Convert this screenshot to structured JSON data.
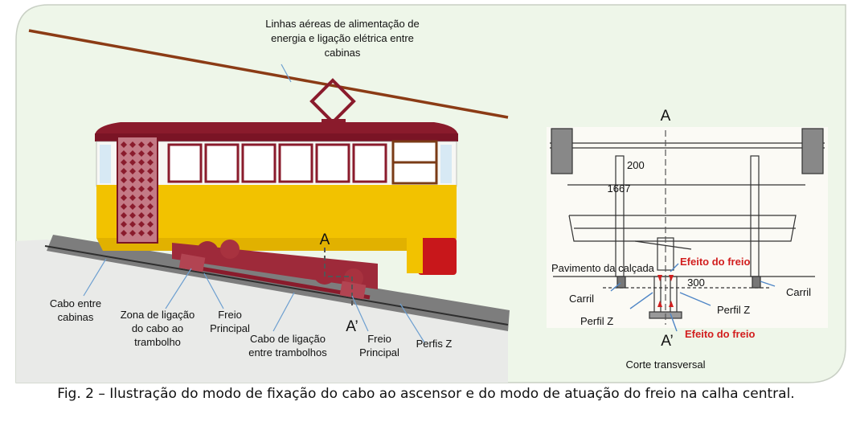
{
  "left_panel": {
    "labels": {
      "overhead": [
        "Linhas aéreas de alimentação de",
        "energia e ligação elétrica entre",
        "cabinas"
      ],
      "cable_between": [
        "Cabo entre",
        "cabinas"
      ],
      "cable_zone": [
        "Zona de ligação",
        "do cabo ao",
        "trambolho"
      ],
      "brake_main_1": [
        "Freio",
        "Principal"
      ],
      "cable_link": [
        "Cabo de ligação",
        "entre trambolhos"
      ],
      "brake_main_2": [
        "Freio",
        "Principal"
      ],
      "profiles_z": "Perfis Z",
      "section_a": "A",
      "section_a_prime": "A’"
    }
  },
  "right_panel": {
    "labels": {
      "a_top": "A",
      "a_bottom": "A’",
      "pavement": "Pavimento da calçada",
      "brake_effect_top": "Efeito do freio",
      "brake_effect_bottom": "Efeito do freio",
      "rail_left": "Carril",
      "rail_right": "Carril",
      "profile_z_left": "Perfil Z",
      "profile_z_right": "Perfil Z",
      "cross_section": "Corte transversal",
      "dim_667": "1667",
      "dim_300": "300",
      "dim_200": "200"
    }
  },
  "caption": "Fig. 2 – Ilustração do modo de fixação do cabo ao ascensor e do modo de atuação do freio na calha central."
}
